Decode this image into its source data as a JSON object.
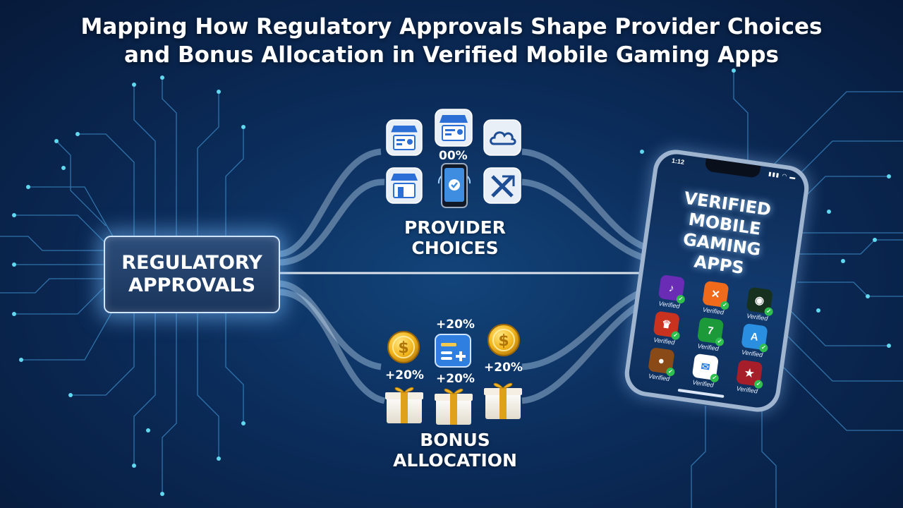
{
  "title": {
    "line1": "Mapping How Regulatory Approvals Shape Provider Choices",
    "line2": "and Bonus Allocation in Verified Mobile Gaming Apps"
  },
  "regulatory": {
    "line1": "REGULATORY",
    "line2": "APPROVALS"
  },
  "provider": {
    "line1": "PROVIDER",
    "line2": "CHOICES",
    "percent": "00%",
    "icons": [
      "storefront-icon",
      "storefront-icon",
      "cloud-icon",
      "storefront-icon",
      "smartphone-icon",
      "x-logo-icon"
    ]
  },
  "bonus": {
    "line1": "BONUS",
    "line2": "ALLOCATION",
    "pct_top": "+20%",
    "pct_left": "+20%",
    "pct_mid": "+20%",
    "pct_right": "+20%",
    "icons": [
      "gold-coin-icon",
      "bonus-card-icon",
      "gold-coin-icon",
      "gift-box-icon",
      "gift-box-icon",
      "gift-box-icon"
    ]
  },
  "phone": {
    "status_time": "1:12",
    "status_signal": "▮▮▮ ◠ ▬",
    "title_lines": [
      "VERIFIED",
      "MOBILE",
      "GAMING",
      "APPS"
    ],
    "apps": [
      {
        "label": "Verified",
        "glyph": "♪",
        "color": "#6a2bb5"
      },
      {
        "label": "Verified",
        "glyph": "✕",
        "color": "#f06a1c"
      },
      {
        "label": "Verified",
        "glyph": "◉",
        "color": "#16321e"
      },
      {
        "label": "Verified",
        "glyph": "♛",
        "color": "#c9321e"
      },
      {
        "label": "Verified",
        "glyph": "7",
        "color": "#1c9a3a"
      },
      {
        "label": "Verified",
        "glyph": "A",
        "color": "#2a8fe0"
      },
      {
        "label": "Verified",
        "glyph": "●",
        "color": "#8a4a18"
      },
      {
        "label": "Verified",
        "glyph": "✉",
        "color": "#ffffff"
      },
      {
        "label": "Verified",
        "glyph": "★",
        "color": "#a61e2a"
      }
    ]
  },
  "colors": {
    "background": "#0b2c5a",
    "glow": "#9fd3ff",
    "circuit": "#4a9bd8",
    "coin": "#f2b51c",
    "check": "#2fbf4e"
  }
}
